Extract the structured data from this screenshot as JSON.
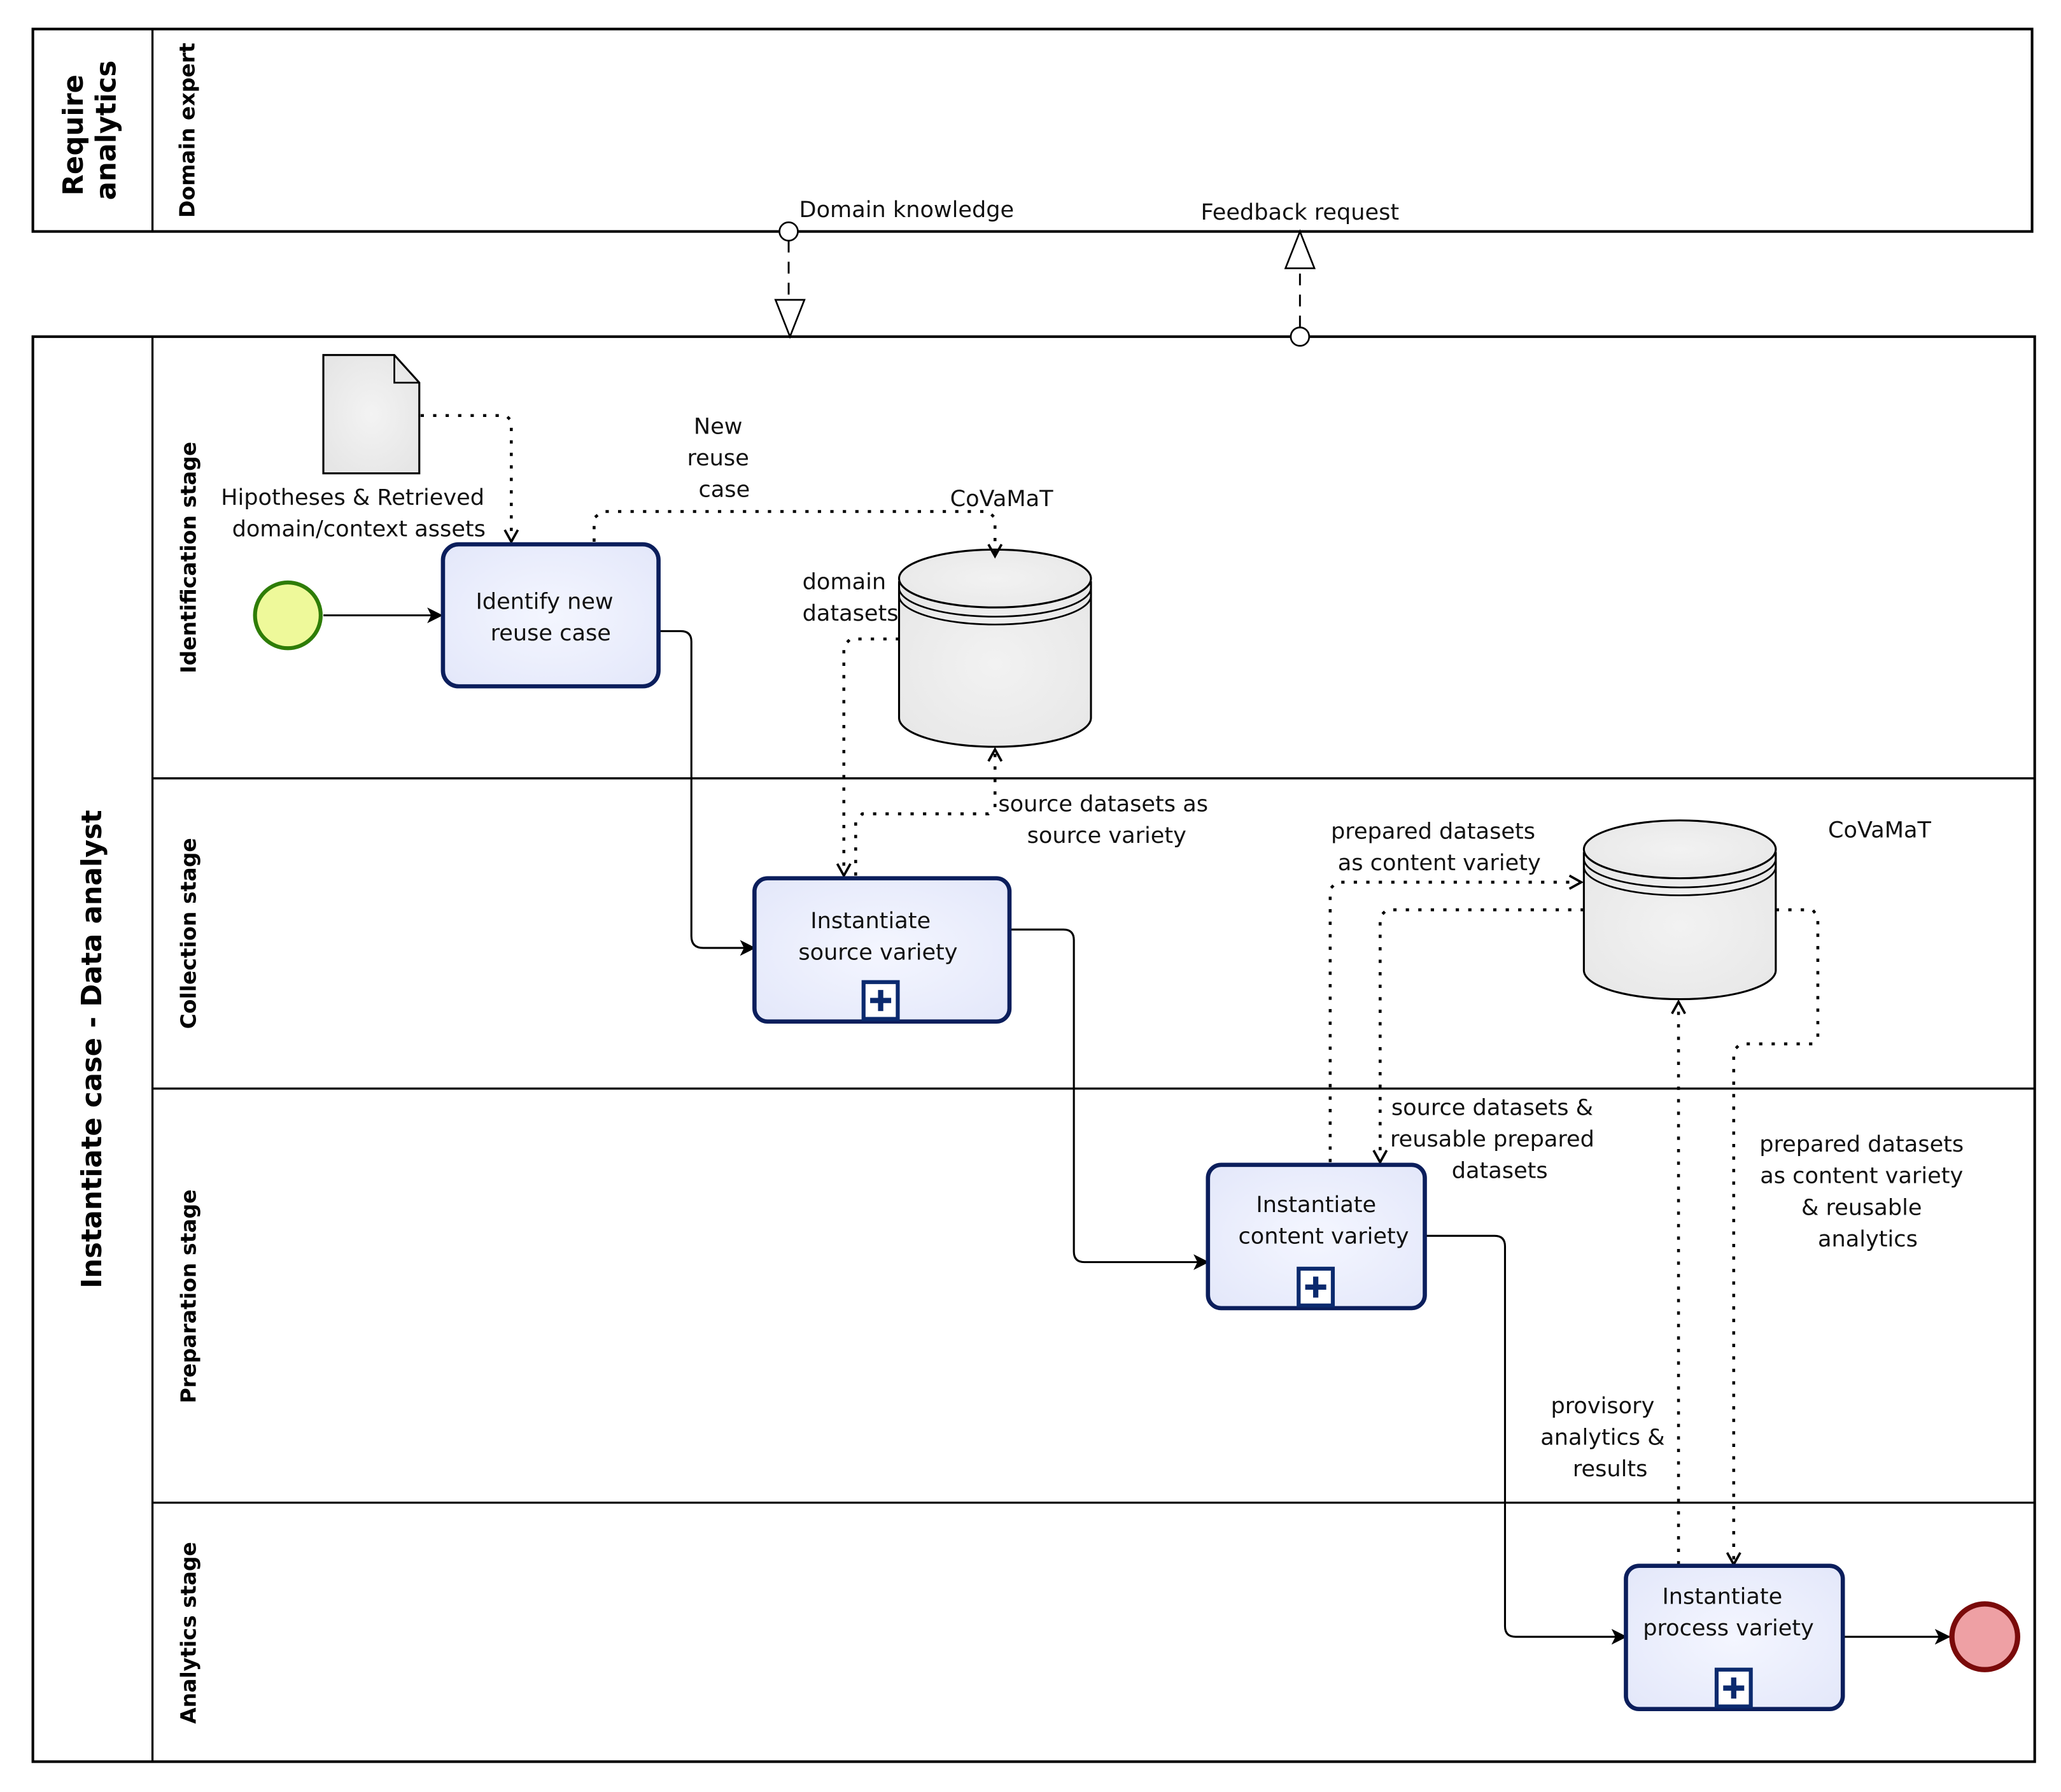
{
  "pools": {
    "top": {
      "label_lines": [
        "Require",
        "analytics"
      ],
      "lane": "Domain expert"
    },
    "main": {
      "label": "Instantiate case - Data analyst",
      "lanes": [
        "Identification stage",
        "Collection stage",
        "Preparation stage",
        "Analytics stage"
      ]
    }
  },
  "message_flows": {
    "domain_knowledge": "Domain knowledge",
    "feedback_request": "Feedback request"
  },
  "events": {
    "start": {
      "name": "start-event",
      "fill": "#eef99a",
      "stroke": "#2e7d07"
    },
    "end": {
      "name": "end-event",
      "fill": "#eea0a4",
      "stroke": "#7a0a0a"
    }
  },
  "tasks": [
    {
      "id": "identify",
      "lines": [
        "Identify new",
        "reuse case"
      ],
      "subprocess": false
    },
    {
      "id": "source",
      "lines": [
        "Instantiate",
        "source variety"
      ],
      "subprocess": true
    },
    {
      "id": "content",
      "lines": [
        "Instantiate",
        "content variety"
      ],
      "subprocess": true
    },
    {
      "id": "process",
      "lines": [
        "Instantiate",
        "process variety"
      ],
      "subprocess": true
    }
  ],
  "data_objects": {
    "document": {
      "lines": [
        "Hipotheses & Retrieved",
        "domain/context assets"
      ]
    },
    "db_domain": {
      "label_lines": [
        "domain",
        "datasets"
      ],
      "top_label": "CoVaMaT"
    },
    "db_covamat": {
      "label": "CoVaMaT"
    }
  },
  "association_labels": {
    "new_reuse_case": [
      "New",
      "reuse",
      "case"
    ],
    "source_datasets_as_source_variety": [
      "source datasets as",
      "source variety"
    ],
    "prepared_as_content_variety": [
      "prepared datasets",
      "as content variety"
    ],
    "source_and_reusable_prepared": [
      "source datasets &",
      "reusable prepared",
      "datasets"
    ],
    "prepared_content_reusable_analytics": [
      "prepared datasets",
      "as content variety",
      "& reusable",
      "analytics"
    ],
    "provisory_analytics": [
      "provisory",
      "analytics &",
      "results"
    ]
  },
  "colors": {
    "task_border": "#0b1e5c",
    "task_fill": "#e9ecfb",
    "subprocess_marker": "#0b2a6e"
  }
}
